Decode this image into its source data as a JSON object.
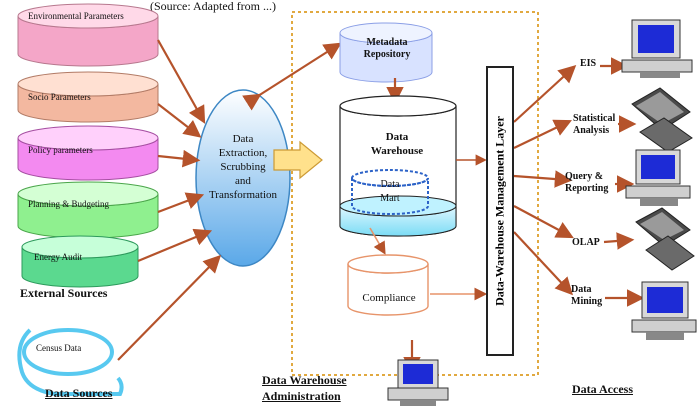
{
  "header_fragment": "(Source: Adapted from ...)",
  "sources": {
    "items": [
      {
        "label": "Environmental Parameters",
        "color": "#f4a6c8"
      },
      {
        "label": "Socio Parameters",
        "color": "#f3b8a0"
      },
      {
        "label": "Policy parameters",
        "color": "#f38af0"
      },
      {
        "label": "Planning & Budgeting",
        "color": "#8ff08f"
      },
      {
        "label": "Energy Audit",
        "color": "#5bd98f"
      }
    ],
    "external_label": "External Sources",
    "census_label": "Census Data",
    "footer_label": "Data Sources"
  },
  "etl": {
    "lines": [
      "Data",
      "Extraction,",
      "Scrubbing",
      "and",
      "Transformation"
    ]
  },
  "center": {
    "metadata": "Metadata\nRepository",
    "warehouse": "Data\nWarehouse",
    "mart": "Data\nMart",
    "compliance": "Compliance",
    "admin": "Data Warehouse\nAdministration"
  },
  "mgmt_layer": "Data-Warehouse Management Layer",
  "access": {
    "items": [
      {
        "label": "EIS"
      },
      {
        "label": "Statistical\nAnalysis"
      },
      {
        "label": "Query &\nReporting"
      },
      {
        "label": "OLAP"
      },
      {
        "label": "Data\nMining"
      }
    ],
    "footer_label": "Data Access"
  },
  "colors": {
    "arrow": "#b5532b",
    "ellipse_top": "#ffffff",
    "ellipse_bottom": "#5aa8e8",
    "frame": "#e1a940",
    "compliance": "#e7946a"
  }
}
